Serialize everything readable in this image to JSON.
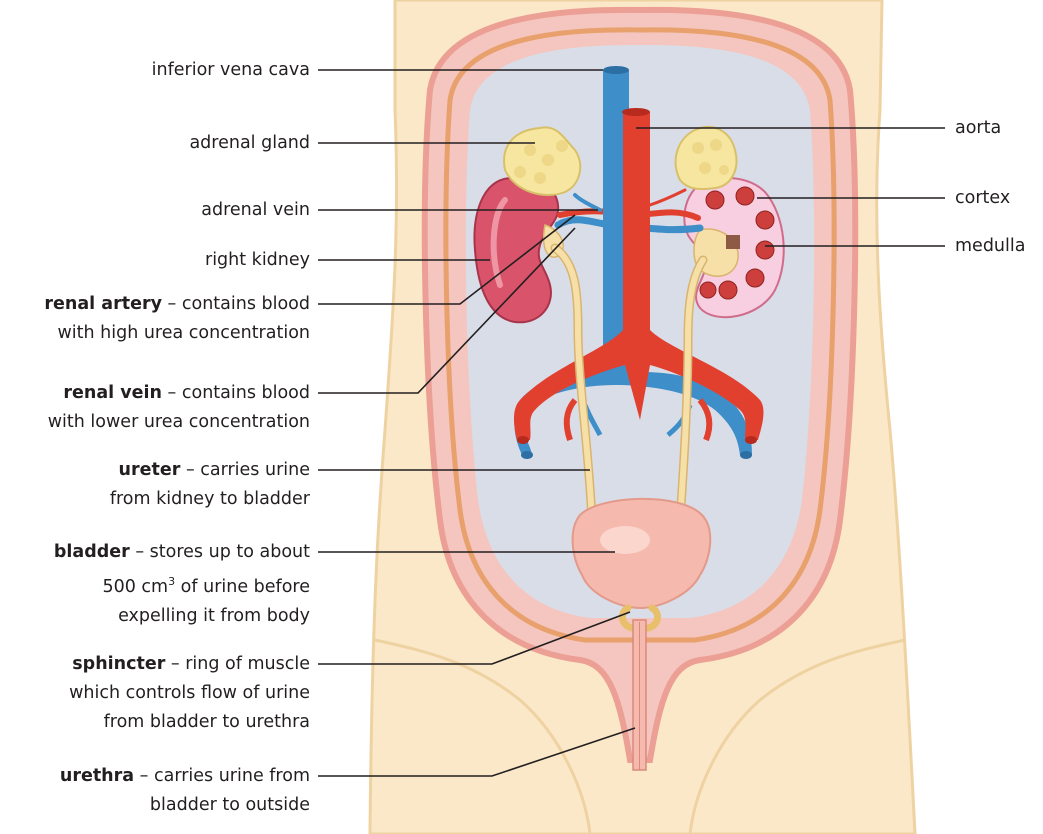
{
  "labels": {
    "inferior_vena_cava": "inferior vena cava",
    "adrenal_gland": "adrenal gland",
    "adrenal_vein": "adrenal vein",
    "right_kidney": "right kidney",
    "renal_artery": {
      "term": "renal artery",
      "desc1": " – contains blood",
      "desc2": "with high urea concentration"
    },
    "renal_vein": {
      "term": "renal vein",
      "desc1": " – contains blood",
      "desc2": "with lower urea concentration"
    },
    "ureter": {
      "term": "ureter",
      "desc1": " – carries urine",
      "desc2": "from kidney to bladder"
    },
    "bladder": {
      "term": "bladder",
      "desc1": " – stores up to about",
      "desc2a": "500 cm",
      "desc2sup": "3",
      "desc2b": " of urine before",
      "desc3": "expelling it from body"
    },
    "sphincter": {
      "term": "sphincter",
      "desc1": " – ring of muscle",
      "desc2": "which controls flow of urine",
      "desc3": "from bladder to urethra"
    },
    "urethra": {
      "term": "urethra",
      "desc1": " – carries urine from",
      "desc2": "bladder to outside"
    },
    "aorta": "aorta",
    "cortex": "cortex",
    "medulla": "medulla"
  },
  "colors": {
    "skin": "#fbe8c8",
    "skin_edge": "#eed2a2",
    "peritoneum": "#f1b4ad",
    "cavity": "#d9dde7",
    "vein": "#3e8ec9",
    "artery": "#e2402f",
    "kidney": "#d9536b",
    "adrenal": "#f6e6a0",
    "ureter": "#f7e0a8",
    "bladder": "#f5b9ad",
    "leader": "#231f20"
  }
}
